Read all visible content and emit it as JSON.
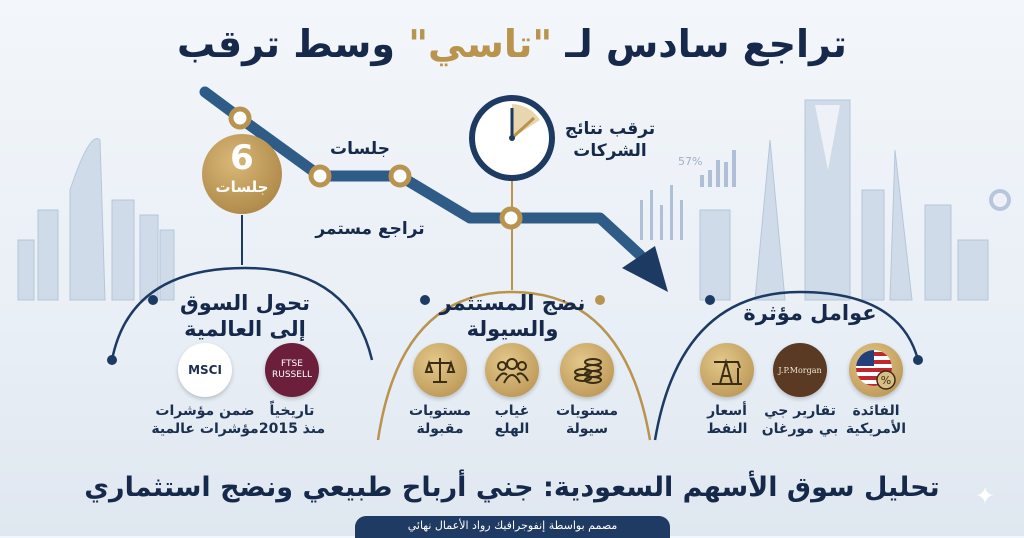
{
  "title": {
    "part1": "تراجع سادس لـ ",
    "highlight": "\"تاسي\"",
    "part2": " وسط ترقب"
  },
  "timeline": {
    "sessions_count": "6",
    "sessions_badge_label": "جلسات",
    "sessions_label": "جلسات",
    "decline_label": "تراجع مستمر",
    "earnings_label_line1": "ترقب نتائج",
    "earnings_label_line2": "الشركات"
  },
  "skyline": {
    "chart_percent": "57%"
  },
  "sections": [
    {
      "title_line1": "تحول السوق",
      "title_line2": "إلى العالمية",
      "items": [
        {
          "logo": "FTSE RUSSELL",
          "logo_line1": "FTSE",
          "logo_line2": "RUSSELL",
          "caption_line1": "تاريخياً",
          "caption_line2": "منذ 2015"
        },
        {
          "logo": "MSCI",
          "caption_line1": "ضمن مؤشرات",
          "caption_line2": "مؤشرات عالمية"
        }
      ]
    },
    {
      "title_line1": "نضج المستثمر",
      "title_line2": "والسيولة",
      "items": [
        {
          "icon": "coins-icon",
          "caption_line1": "مستويات",
          "caption_line2": "سيولة"
        },
        {
          "icon": "people-icon",
          "caption_line1": "غياب",
          "caption_line2": "الهلع"
        },
        {
          "icon": "scale-icon",
          "caption_line1": "مستويات",
          "caption_line2": "مقبولة"
        }
      ]
    },
    {
      "title_line1": "عوامل مؤثرة",
      "items": [
        {
          "icon": "us-flag-percent-icon",
          "caption_line1": "الفائدة",
          "caption_line2": "الأمريكية"
        },
        {
          "logo": "J.P.Morgan",
          "caption_line1": "تقارير جي",
          "caption_line2": "بي مورغان"
        },
        {
          "icon": "oil-pump-icon",
          "caption_line1": "أسعار",
          "caption_line2": "النفط"
        }
      ]
    }
  ],
  "bottom_title": "تحليل سوق الأسهم السعودية: جني أرباح طبيعي ونضج استثماري",
  "footer": "مصمم بواسطة إنفوجرافيك رواد الأعمال نهائي",
  "colors": {
    "navy": "#1d3a63",
    "gold": "#b8944f",
    "text": "#16294a"
  }
}
